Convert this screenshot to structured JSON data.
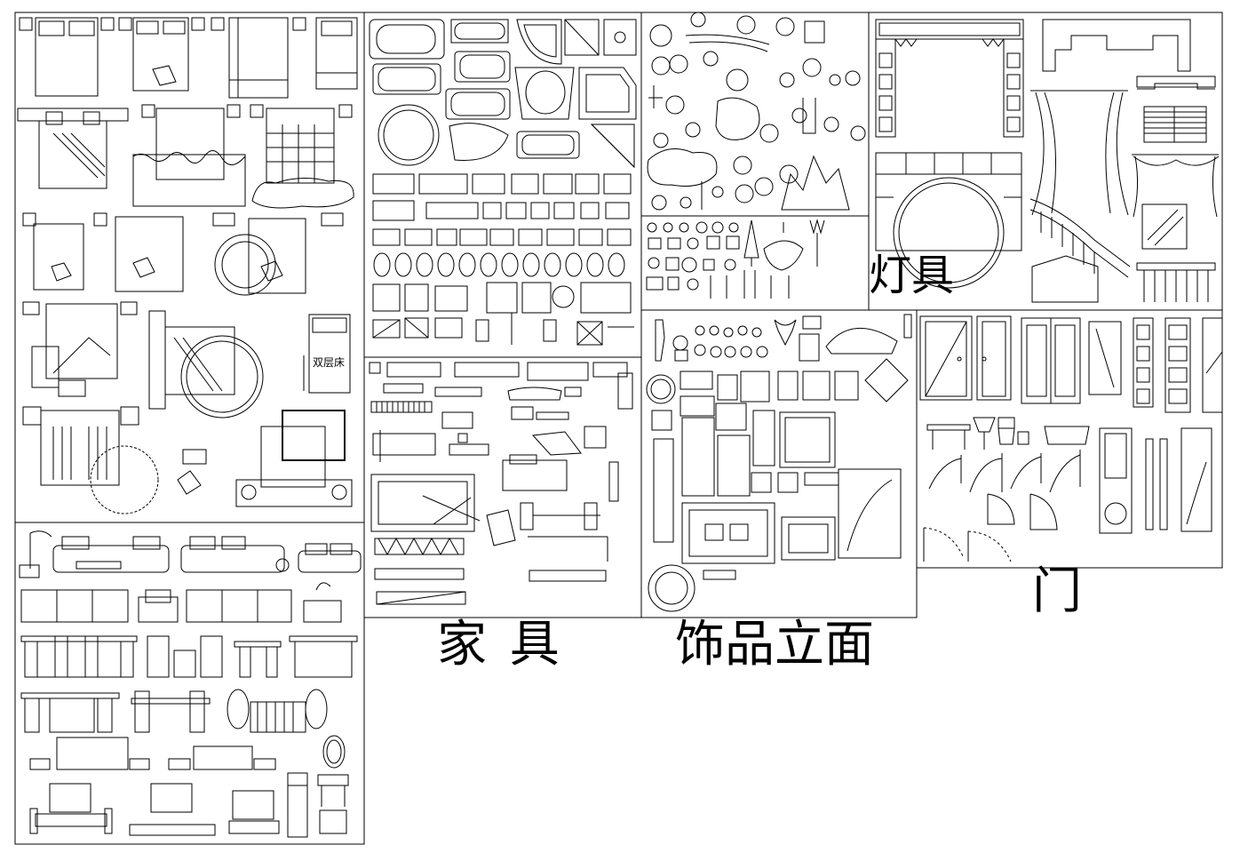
{
  "labels": {
    "furniture": "家 具",
    "decor": "饰品立面",
    "lamps": "灯具",
    "doors": "门",
    "bunk_bed": "双层床"
  },
  "icons": {
    "beds": "bed-plan-icon",
    "bath": "bathtub-icon",
    "plants": "plant-plan-icon",
    "screens": "chinese-screen-icon",
    "chandeliers": "chandelier-icon",
    "ornaments": "ornament-elevation-icon",
    "doors": "door-elevation-icon",
    "sofas": "sofa-elevation-icon",
    "office": "office-furniture-icon"
  },
  "colors": {
    "ink": "#000000",
    "paper": "#ffffff"
  }
}
